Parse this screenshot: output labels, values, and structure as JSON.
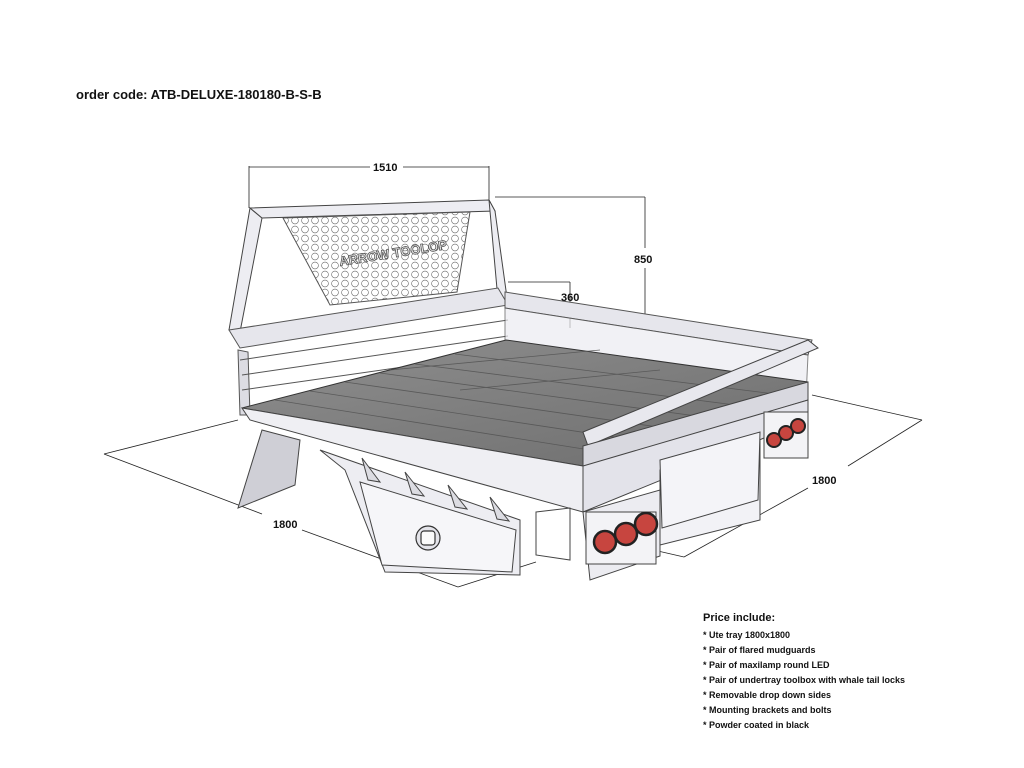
{
  "order_code": "order code: ATB-DELUXE-180180-B-S-B",
  "dimensions": {
    "headboard_width": "1510",
    "height": "850",
    "side_height": "360",
    "right_depth": "1800",
    "left_depth": "1800"
  },
  "headboard_text": "ARROW TOOLOP",
  "price": {
    "title": "Price include:",
    "items": [
      "* Ute tray 1800x1800",
      "* Pair of flared mudguards",
      "* Pair of maxilamp round LED",
      "* Pair of undertray toolbox with whale tail locks",
      "* Removable drop down sides",
      "* Mounting brackets and bolts",
      "* Powder coated in black"
    ]
  }
}
